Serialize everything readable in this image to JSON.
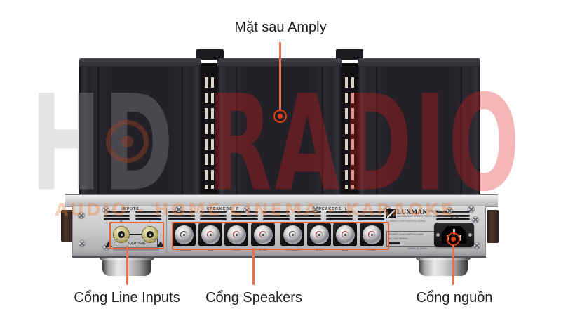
{
  "annotations": {
    "top_label": "Mặt sau Amply",
    "bottom_labels": [
      {
        "id": "inputs",
        "text": "Cổng Line Inputs"
      },
      {
        "id": "speakers",
        "text": "Cổng Speakers"
      },
      {
        "id": "power",
        "text": "Cổng nguồn"
      }
    ],
    "line_color": "#ee6f4b",
    "box_color": "#e7642f",
    "dot_color": "#e23c12"
  },
  "watermark": {
    "brand_gray": "HD",
    "brand_red": "RADIO",
    "tagline": "AUDIO - HOME CINEMA - KARAOKE",
    "gray_color": "#a4a4aa",
    "red_color": "#de1c1c",
    "tagline_color": "#f27832"
  },
  "amplifier": {
    "rear_panel": {
      "inputs": {
        "section_label": "INPUTS",
        "channels": [
          "R",
          "L"
        ],
        "caution_label": "CAUTION"
      },
      "speakers_right_label": "SPEAKERS  R",
      "speakers_left_label": "SPEAKERS  L",
      "terminals": [
        {
          "label": "⊖ COMMON",
          "cap": "black"
        },
        {
          "label": "⊕ 4Ω",
          "cap": "red"
        },
        {
          "label": "⊕ 8Ω",
          "cap": "red"
        },
        {
          "label": "⊕ 16Ω",
          "cap": "red"
        },
        {
          "label": "⊖ COMMON",
          "cap": "black"
        },
        {
          "label": "⊕ 4Ω",
          "cap": "red"
        },
        {
          "label": "⊕ 8Ω",
          "cap": "red"
        },
        {
          "label": "⊕ 16Ω",
          "cap": "red"
        }
      ],
      "brand": {
        "name": "LUXMAN",
        "model": "MQ-300",
        "sub": "VACUUM TUBE STEREO POWER AMPLIFIER",
        "corp": "LUXMAN CORPORATION, JAPAN"
      },
      "specs": {
        "line1": "POWER CONSUMPTION 190W",
        "line2": "AC 100V  50/60Hz",
        "made_in": "MADE IN JAPAN"
      },
      "ac_in_label": "AC IN"
    }
  }
}
